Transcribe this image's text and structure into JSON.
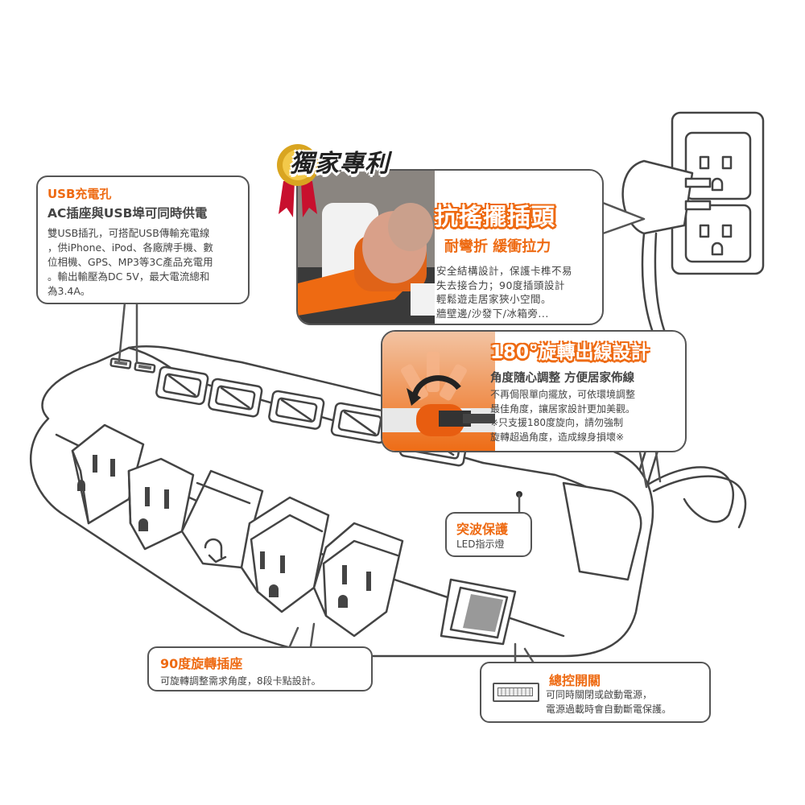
{
  "usb": {
    "title": "USB充電孔",
    "subtitle": "AC插座與USB埠可同時供電",
    "body": [
      "雙USB插孔，可搭配USB傳輸充電線",
      "，供iPhone、iPod、各廠牌手機、數",
      "位相機、GPS、MP3等3C產品充電用",
      "。輸出輸壓為DC  5V，最大電流總和",
      "為3.4A。"
    ]
  },
  "plug": {
    "badge": "獨家專利",
    "title": "抗搖擺插頭",
    "subtitle": "耐彎折 緩衝拉力",
    "body": [
      "安全結構設計，保護卡榫不易",
      "失去接合力；90度插頭設計",
      "輕鬆遊走居家狹小空間。",
      "牆壁邊/沙發下/冰箱旁..."
    ]
  },
  "rotate": {
    "title": "180°旋轉出線設計",
    "subtitle": "角度隨心調整 方便居家佈線",
    "body": [
      "不再侷限單向擺放，可依環境調整",
      "最佳角度，讓居家設計更加美觀。",
      "※只支援180度旋向，請勿強制",
      "旋轉超過角度，造成線身損壞※"
    ]
  },
  "surge": {
    "title": "突波保護",
    "body": "LED指示燈"
  },
  "outlet": {
    "title": "90度旋轉插座",
    "body": "可旋轉調整需求角度，8段卡點設計。"
  },
  "switch": {
    "title": "總控開關",
    "body": [
      "可同時關閉或啟動電源，",
      "電源過載時會自動斷電保護。"
    ]
  },
  "colors": {
    "accent": "#ee6a12",
    "outline": "#555555",
    "text": "#444444"
  }
}
